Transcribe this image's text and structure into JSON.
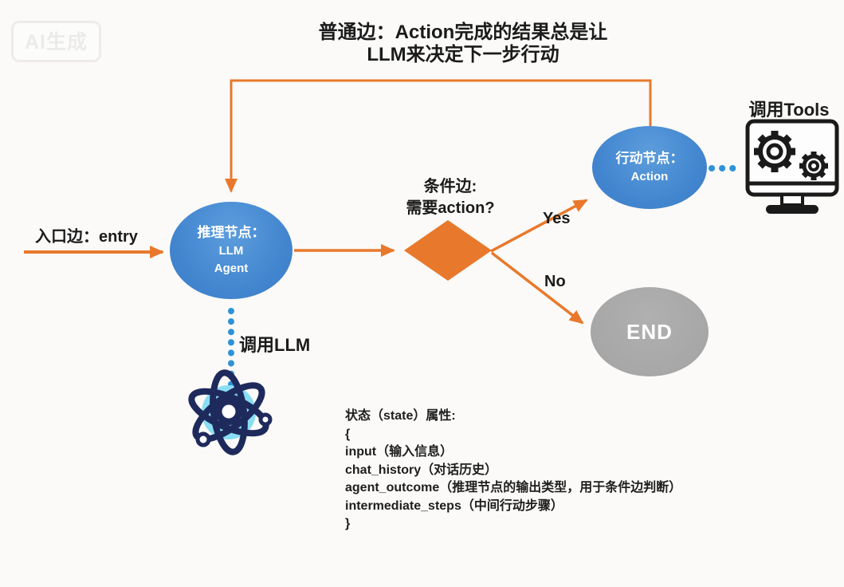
{
  "watermark": "AI生成",
  "title": {
    "line1": "普通边：Action完成的结果总是让",
    "line2": "LLM来决定下一步行动"
  },
  "entry_edge": {
    "label": "入口边：entry"
  },
  "condition_edge": {
    "line1": "条件边:",
    "line2": "需要action?",
    "yes_label": "Yes",
    "no_label": "No"
  },
  "nodes": {
    "llm": {
      "title": "推理节点：",
      "subtitle1": "LLM",
      "subtitle2": "Agent"
    },
    "action": {
      "title": "行动节点：",
      "subtitle": "Action"
    },
    "end": {
      "label": "END"
    }
  },
  "callouts": {
    "tools_label": "调用Tools",
    "llm_label": "调用LLM"
  },
  "icons": {
    "tools": "monitor-with-gears-icon",
    "llm": "atom-icon"
  },
  "state_block": {
    "lines": [
      "状态（state）属性:",
      "{",
      "input（输入信息）",
      "chat_history（对话历史）",
      "agent_outcome（推理节点的输出类型，用于条件边判断）",
      "intermediate_steps（中间行动步骤）",
      "}"
    ]
  },
  "colors": {
    "background": "#FBFAF8",
    "edge_orange": "#E8792C",
    "node_blue": "#4285CF",
    "end_gray": "#A7A7A7",
    "dotted_blue": "#2E93D6",
    "atom_navy": "#1F2A5C",
    "atom_light_blue": "#8ADEF4",
    "icon_black": "#1A1A1A",
    "text_black": "#1B1B1B",
    "node_text": "#FFFFFF"
  }
}
